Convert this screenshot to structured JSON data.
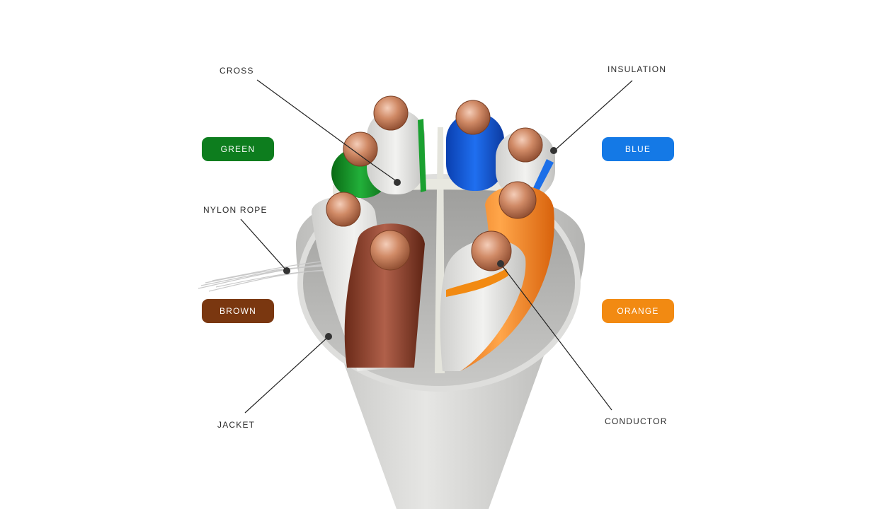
{
  "callouts": {
    "cross": "CROSS",
    "insulation": "INSULATION",
    "nylon_rope": "NYLON ROPE",
    "jacket": "JACKET",
    "conductor": "CONDUCTOR"
  },
  "pairs": [
    {
      "label": "GREEN",
      "color": "#0d7d1e"
    },
    {
      "label": "BLUE",
      "color": "#1479e6"
    },
    {
      "label": "BROWN",
      "color": "#7a3710"
    },
    {
      "label": "ORANGE",
      "color": "#f28a12"
    }
  ],
  "colors": {
    "copper": "#c87f5c",
    "jacket": "#d3d3d1",
    "leader_line": "#222222"
  }
}
